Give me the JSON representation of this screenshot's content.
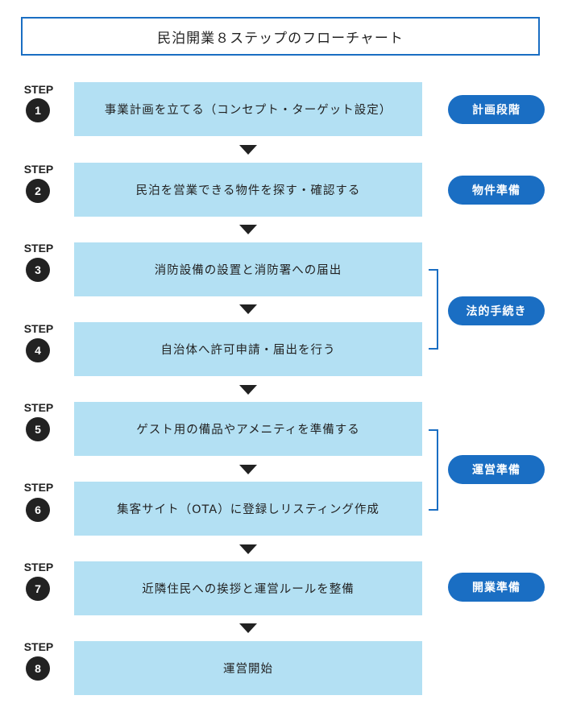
{
  "title": "民泊開業８ステップのフローチャート",
  "step_prefix": "STEP",
  "steps": [
    {
      "number": "1",
      "text": "事業計画を立てる（コンセプト・ターゲット設定）"
    },
    {
      "number": "2",
      "text": "民泊を営業できる物件を探す・確認する"
    },
    {
      "number": "3",
      "text": "消防設備の設置と消防署への届出"
    },
    {
      "number": "4",
      "text": "自治体へ許可申請・届出を行う"
    },
    {
      "number": "5",
      "text": "ゲスト用の備品やアメニティを準備する"
    },
    {
      "number": "6",
      "text": "集客サイト（OTA）に登録しリスティング作成"
    },
    {
      "number": "7",
      "text": "近隣住民への挨拶と運営ルールを整備"
    },
    {
      "number": "8",
      "text": "運営開始"
    }
  ],
  "phases": [
    {
      "label": "計画段階"
    },
    {
      "label": "物件準備"
    },
    {
      "label": "法的手続き"
    },
    {
      "label": "運営準備"
    },
    {
      "label": "開業準備"
    }
  ],
  "colors": {
    "accent": "#1a6ec3",
    "step_box": "#b3e0f3",
    "dark": "#222222"
  }
}
